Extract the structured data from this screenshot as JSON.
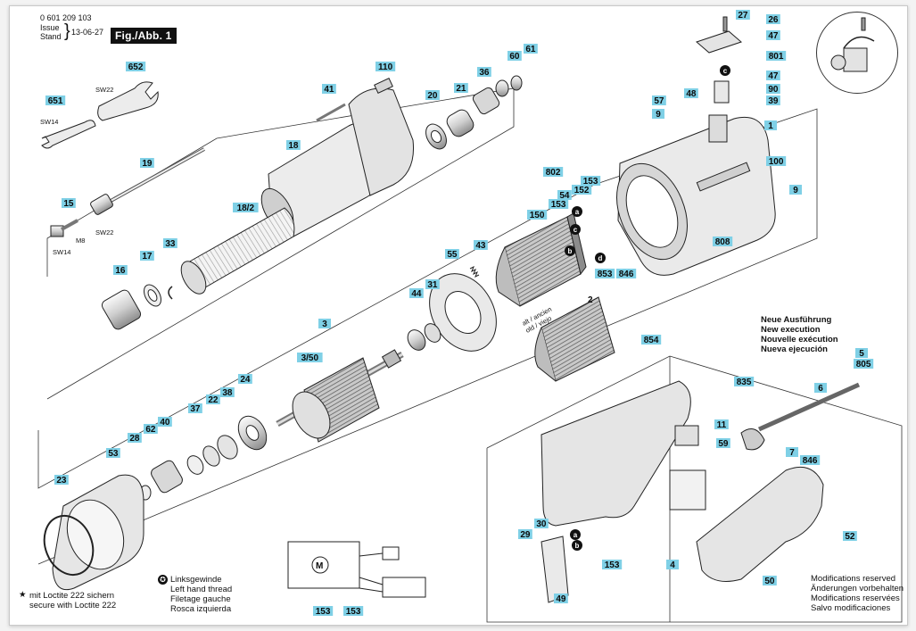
{
  "header": {
    "doc_number": "0 601 209 103",
    "issue_label": "Issue",
    "stand_label": "Stand",
    "date": "13-06-27",
    "figure": "Fig./Abb. 1"
  },
  "callouts": [
    "27",
    "26",
    "47",
    "801",
    "47",
    "90",
    "39",
    "48",
    "57",
    "9",
    "1",
    "100",
    "9",
    "808",
    "110",
    "41",
    "20",
    "21",
    "36",
    "60",
    "61",
    "652",
    "651",
    "18",
    "19",
    "15",
    "18/2",
    "16",
    "17",
    "33",
    "43",
    "55",
    "802",
    "153",
    "54",
    "152",
    "150",
    "153",
    "44",
    "31",
    "853",
    "846",
    "854",
    "3",
    "3/50",
    "28",
    "62",
    "40",
    "37",
    "22",
    "38",
    "24",
    "53",
    "23",
    "835",
    "6",
    "5",
    "805",
    "11",
    "59",
    "7",
    "846",
    "4",
    "29",
    "30",
    "52",
    "50",
    "49",
    "153",
    "153",
    "153"
  ],
  "letters": {
    "a": "a",
    "b": "b",
    "c": "c",
    "d": "d"
  },
  "tags": {
    "sw22_wrench": "SW22",
    "sw14_wrench": "SW14",
    "m8": "M8",
    "sw22_nut": "SW22",
    "sw14_bolt": "SW14",
    "old_new_1": "alt / ancien",
    "old_new_2": "old / viejo",
    "old_num": "2"
  },
  "new_execution": {
    "de": "Neue Ausführung",
    "en": "New execution",
    "fr": "Nouvelle exécution",
    "es": "Nueva ejecución"
  },
  "left_thread": {
    "de": "Linksgewinde",
    "en": "Left hand thread",
    "fr": "Filetage gauche",
    "es": "Rosca izquierda"
  },
  "loctite": {
    "de": "mit Loctite 222 sichern",
    "en": "secure with Loctite 222"
  },
  "modifications": {
    "en": "Modifications reserved",
    "de": "Änderungen vorbehalten",
    "fr": "Modifications reservées",
    "es": "Salvo modificaciones"
  },
  "schematic": {
    "motor": "M"
  },
  "colors": {
    "callout_box": "#7fd0e6",
    "ink": "#111111",
    "paper": "#ffffff"
  },
  "icons": [
    "star-icon",
    "left-thread-icon",
    "grease-icon",
    "circle-letter-icon"
  ]
}
